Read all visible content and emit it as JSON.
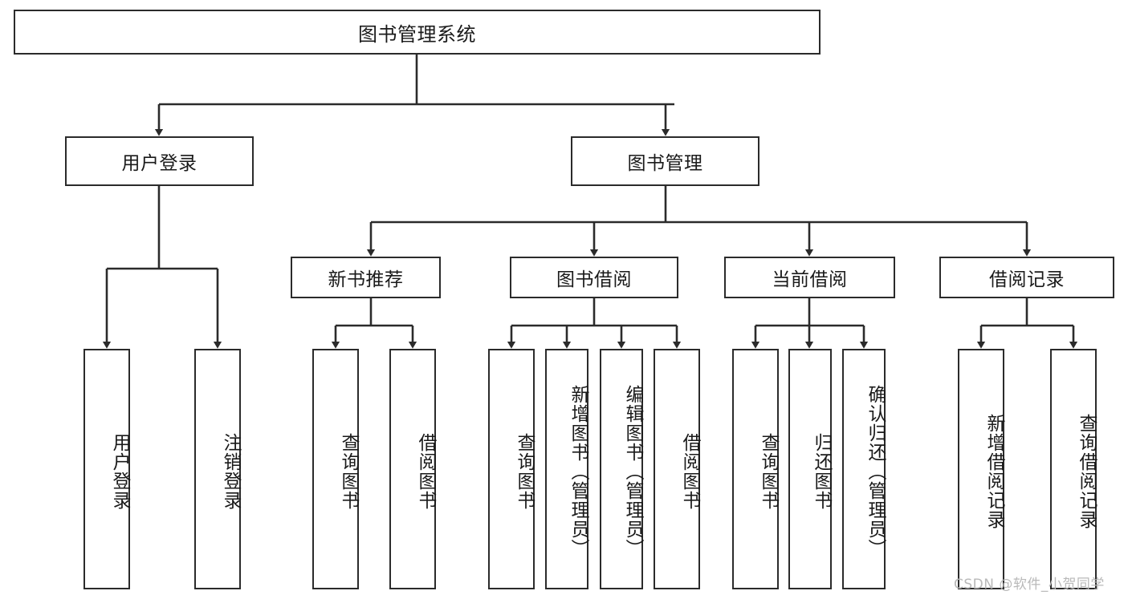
{
  "diagram": {
    "kind": "tree-hierarchy-chart",
    "title": "图书管理系统",
    "colors": {
      "box_border": "#2b2b2b",
      "box_fill": "#ffffff",
      "edge": "#2b2b2b",
      "text": "#1a1a1a",
      "background": "#ffffff",
      "watermark": "#b9b9b9"
    },
    "root": {
      "label": "图书管理系统"
    },
    "level2": [
      {
        "label": "用户登录"
      },
      {
        "label": "图书管理"
      }
    ],
    "level3": [
      {
        "label": "新书推荐"
      },
      {
        "label": "图书借阅"
      },
      {
        "label": "当前借阅"
      },
      {
        "label": "借阅记录"
      }
    ],
    "leaves": {
      "user_login": [
        {
          "label": "用户登录"
        },
        {
          "label": "注销登录"
        }
      ],
      "new_book_recommend": [
        {
          "label": "查询图书"
        },
        {
          "label": "借阅图书"
        }
      ],
      "book_borrow": [
        {
          "label": "查询图书"
        },
        {
          "label": "新增图书（管理员）"
        },
        {
          "label": "编辑图书（管理员）"
        },
        {
          "label": "借阅图书"
        }
      ],
      "current_borrow": [
        {
          "label": "查询图书"
        },
        {
          "label": "归还图书"
        },
        {
          "label": "确认归还（管理员）"
        }
      ],
      "borrow_record": [
        {
          "label": "新增借阅记录"
        },
        {
          "label": "查询借阅记录"
        }
      ]
    }
  },
  "watermark": {
    "text": "CSDN @软件_小贺同学"
  }
}
